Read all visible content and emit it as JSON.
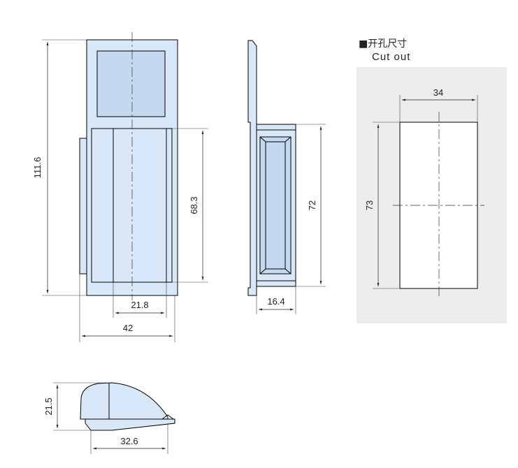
{
  "cutout_section": {
    "title_cn": "■开孔尺寸",
    "title_en": "Cut out"
  },
  "dimensions": {
    "front_total_height": "111.6",
    "front_handle_height": "68.3",
    "front_handle_width": "21.8",
    "front_total_width": "42",
    "side_body_height": "72",
    "side_depth": "16.4",
    "cutout_width": "34",
    "cutout_height": "73",
    "bottom_height": "21.5",
    "bottom_width": "32.6"
  },
  "colors": {
    "part_fill": "#d9e8f8",
    "panel_fill": "#ededed",
    "line": "#000000"
  }
}
